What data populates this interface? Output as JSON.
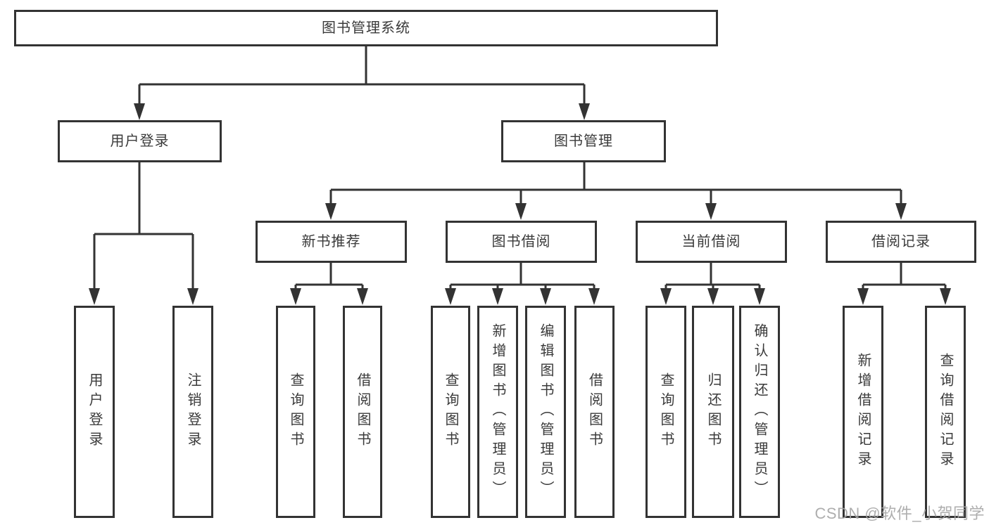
{
  "diagram": {
    "title": "图书管理系统",
    "line_color": "#333333",
    "box_border_color": "#333333",
    "text_color": "#3a3a3a",
    "nodes": {
      "root": {
        "id": "library-management-system",
        "label": "图书管理系统"
      },
      "level2": [
        {
          "id": "user-login-module",
          "label": "用户登录",
          "parent": "library-management-system"
        },
        {
          "id": "book-management-module",
          "label": "图书管理",
          "parent": "library-management-system"
        }
      ],
      "level3": [
        {
          "id": "new-book-recommend",
          "label": "新书推荐",
          "parent": "book-management-module"
        },
        {
          "id": "book-borrowing",
          "label": "图书借阅",
          "parent": "book-management-module"
        },
        {
          "id": "current-borrowing",
          "label": "当前借阅",
          "parent": "book-management-module"
        },
        {
          "id": "borrowing-records",
          "label": "借阅记录",
          "parent": "book-management-module"
        }
      ],
      "leaves": [
        {
          "id": "user-login",
          "label": "用户登录",
          "parent": "user-login-module"
        },
        {
          "id": "logout",
          "label": "注销登录",
          "parent": "user-login-module"
        },
        {
          "id": "query-books-recommend",
          "label": "查询图书",
          "parent": "new-book-recommend"
        },
        {
          "id": "borrow-books-recommend",
          "label": "借阅图书",
          "parent": "new-book-recommend"
        },
        {
          "id": "query-books-borrowing",
          "label": "查询图书",
          "parent": "book-borrowing"
        },
        {
          "id": "add-books-admin",
          "label": "新增图书（管理员）",
          "parent": "book-borrowing"
        },
        {
          "id": "edit-books-admin",
          "label": "编辑图书（管理员）",
          "parent": "book-borrowing"
        },
        {
          "id": "borrow-books-borrowing",
          "label": "借阅图书",
          "parent": "book-borrowing"
        },
        {
          "id": "query-books-current",
          "label": "查询图书",
          "parent": "current-borrowing"
        },
        {
          "id": "return-books",
          "label": "归还图书",
          "parent": "current-borrowing"
        },
        {
          "id": "confirm-return-admin",
          "label": "确认归还（管理员）",
          "parent": "current-borrowing"
        },
        {
          "id": "add-borrow-record",
          "label": "新增借阅记录",
          "parent": "borrowing-records"
        },
        {
          "id": "query-borrow-record",
          "label": "查询借阅记录",
          "parent": "borrowing-records"
        }
      ]
    }
  },
  "watermark": {
    "text": "CSDN @软件_小贺同学",
    "color": "#a5a5a5"
  }
}
